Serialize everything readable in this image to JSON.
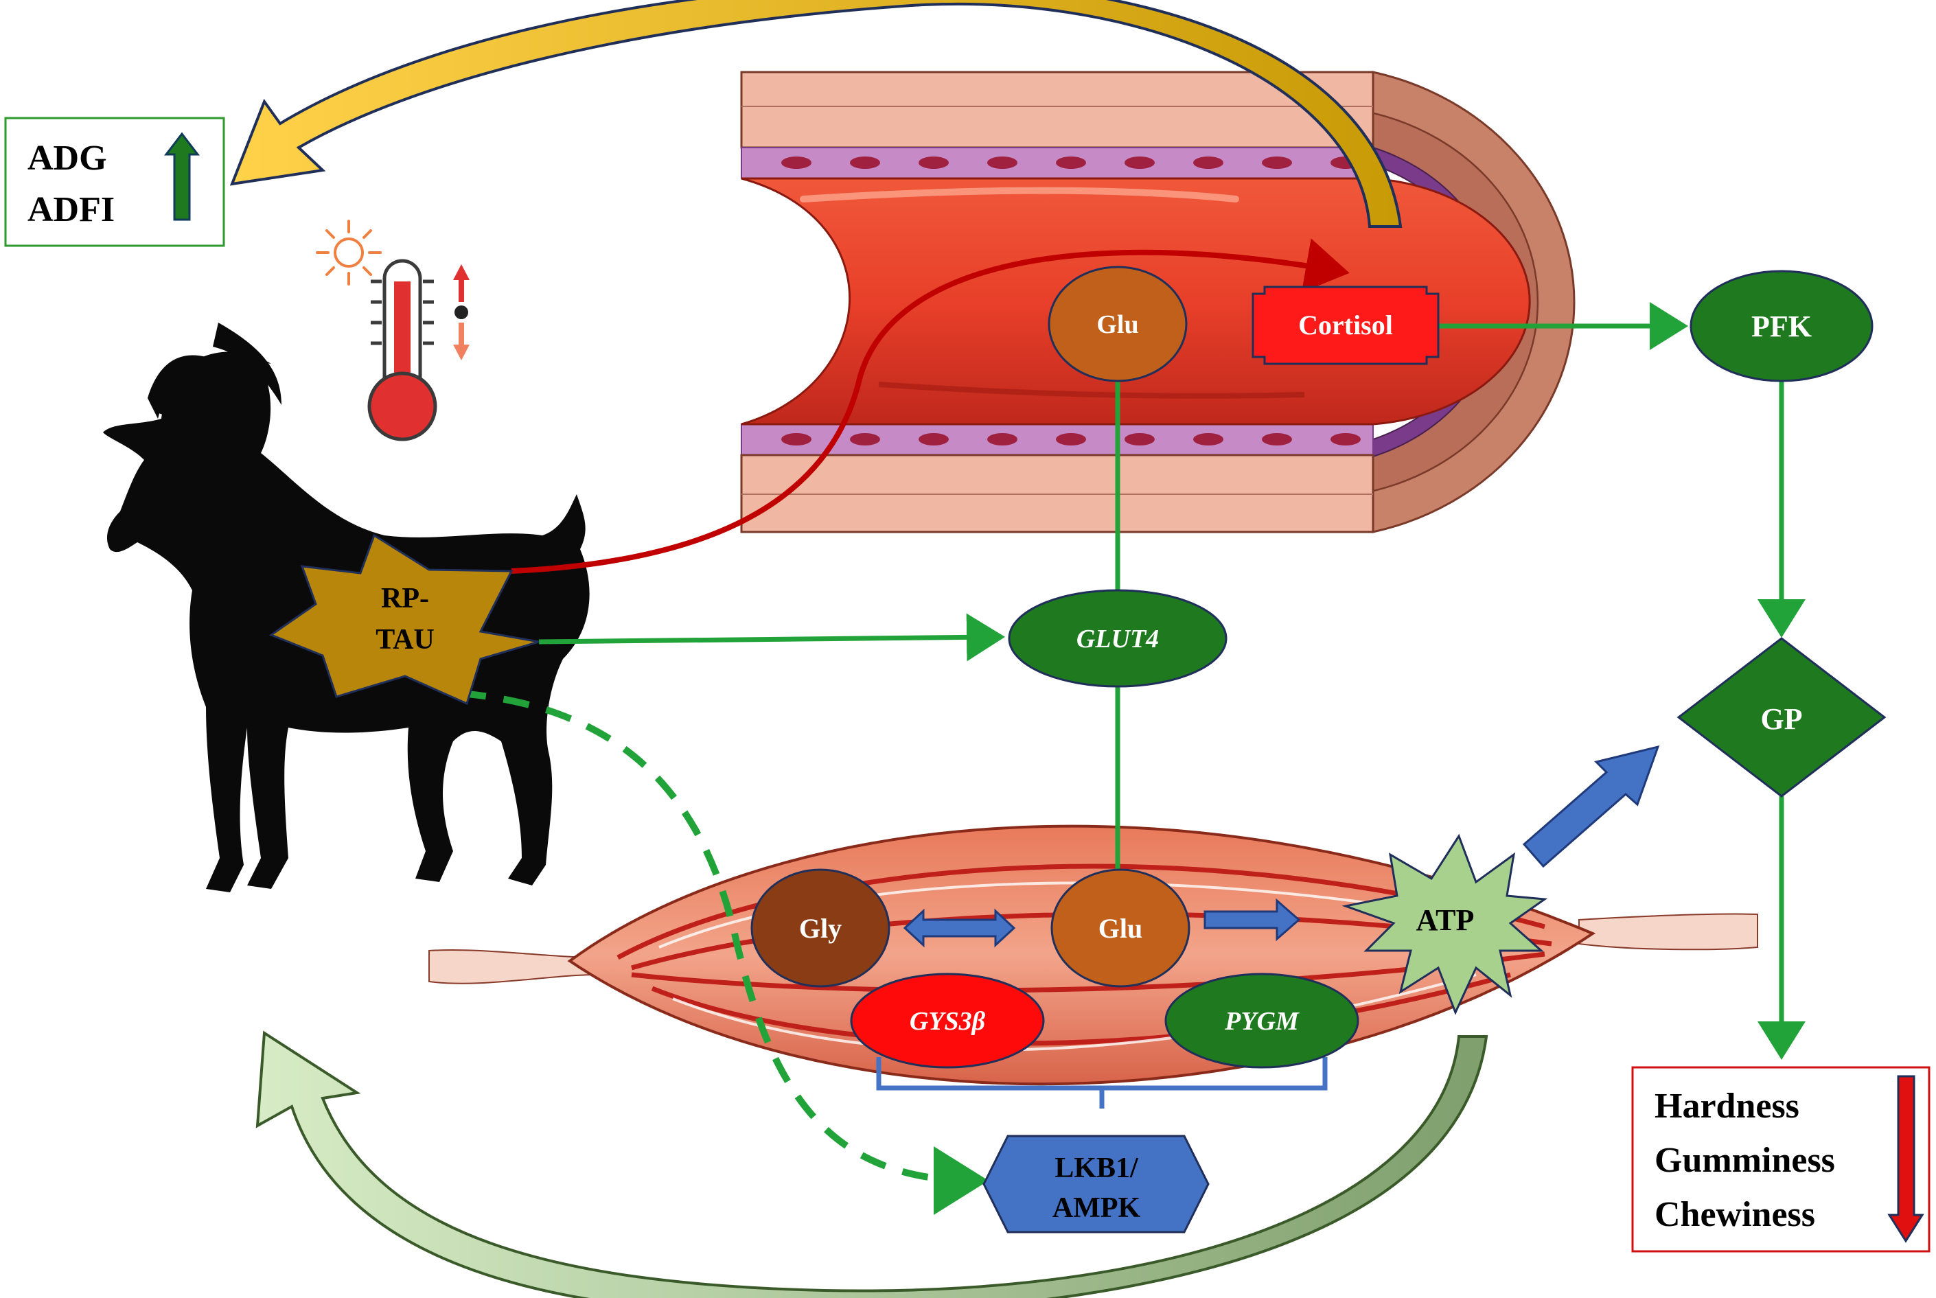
{
  "outcomes": {
    "growth": [
      "ADG",
      "ADFI"
    ],
    "texture": [
      "Hardness",
      "Gumminess",
      "Chewiness"
    ]
  },
  "nodes": {
    "rp_tau": [
      "RP-",
      "TAU"
    ],
    "glu_blood": "Glu",
    "cortisol": "Cortisol",
    "pfk": "PFK",
    "glut4": "GLUT4",
    "gp": "GP",
    "gly": "Gly",
    "glu_muscle": "Glu",
    "atp": "ATP",
    "gys3b": "GYS3β",
    "pygm": "PYGM",
    "lkb1_ampk": [
      "LKB1/",
      "AMPK"
    ]
  },
  "colors": {
    "green_node": "#1f7a1f",
    "green_line": "#22a33a",
    "glu_fill": "#c0601a",
    "gly_fill": "#8a3d14",
    "cortisol_fill": "#ff1a1a",
    "gys_fill": "#ff0a0a",
    "lkb1_fill": "#4472c4",
    "tau_fill": "#b8860b",
    "atp_fill": "#a9d18e",
    "gold_arrow": "#f0b323",
    "lightgreen_arrow": "#c5e0b4",
    "red_line": "#c00000",
    "blue_arrow": "#4472c4"
  }
}
